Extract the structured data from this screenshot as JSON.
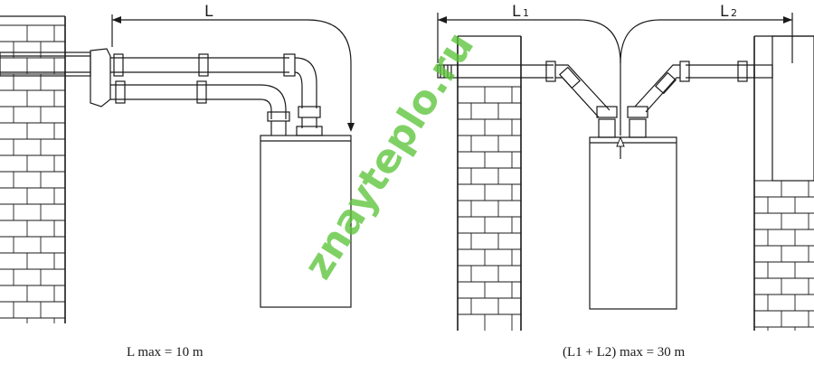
{
  "left_diagram": {
    "dimension_label": "L",
    "caption": "L max = 10 m"
  },
  "right_diagram": {
    "dimension_label_1": "L",
    "dimension_sub_1": "1",
    "dimension_label_2": "L",
    "dimension_sub_2": "2",
    "caption": "(L1 + L2) max  = 30 m"
  },
  "watermark": "znayteplo.ru",
  "colors": {
    "line": "#1a1a1a",
    "watermark": "#5cc43a",
    "background": "#ffffff"
  }
}
